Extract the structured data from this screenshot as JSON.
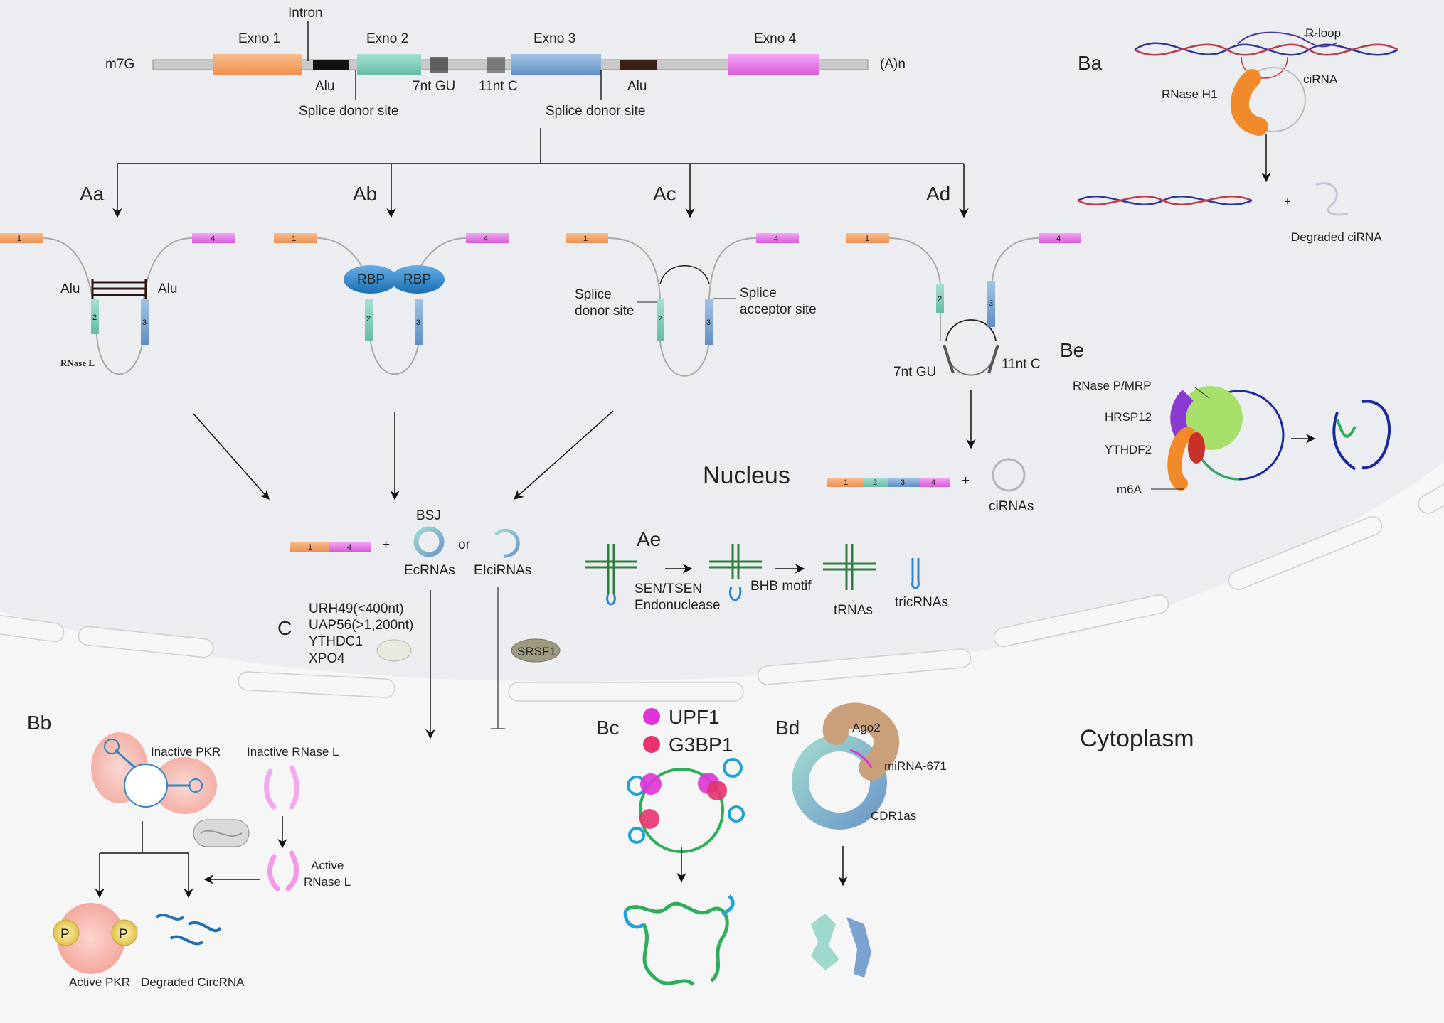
{
  "gene": {
    "cap": "m7G",
    "polyA": "(A)n",
    "exons": [
      "Exno 1",
      "Exno 2",
      "Exno 3",
      "Exno 4"
    ],
    "intron": "Intron",
    "alu": "Alu",
    "splice_donor": "Splice donor site",
    "gu7": "7nt GU",
    "c11": "11nt C"
  },
  "panels": {
    "Aa": "Aa",
    "Ab": "Ab",
    "Ac": "Ac",
    "Ad": "Ad",
    "Ae": "Ae",
    "Ba": "Ba",
    "Bb": "Bb",
    "Bc": "Bc",
    "Bd": "Bd",
    "Be": "Be",
    "C": "C"
  },
  "exon_numbers": [
    "1",
    "2",
    "3",
    "4"
  ],
  "aa": {
    "alu": "Alu",
    "rnase_l": "RNase L"
  },
  "ab": {
    "rbp": "RBP"
  },
  "ac": {
    "splice_donor_1": "Splice",
    "splice_donor_2": "donor site",
    "splice_acceptor_1": "Splice",
    "splice_acceptor_2": "acceptor site"
  },
  "ad": {
    "gu7": "7nt GU",
    "c11": "11nt C"
  },
  "products": {
    "plus": "+",
    "or": "or",
    "bsj": "BSJ",
    "ecrnas": "EcRNAs",
    "elcirnas": "EIciRNAs",
    "cirnas": "ciRNAs"
  },
  "regions": {
    "nucleus": "Nucleus",
    "cytoplasm": "Cytoplasm"
  },
  "ae": {
    "enzyme_1": "SEN/TSEN",
    "enzyme_2": "Endonuclease",
    "bhb": "BHB motif",
    "trnas": "tRNAs",
    "tricrnas": "tricRNAs"
  },
  "c": {
    "factors": [
      "URH49(<400nt)",
      "UAP56(>1,200nt)",
      "YTHDC1",
      "XPO4"
    ],
    "srsf1": "SRSF1"
  },
  "ba": {
    "r_loop": "R-loop",
    "cirna": "ciRNA",
    "rnase_h1": "RNase H1",
    "plus": "+",
    "degraded": "Degraded ciRNA"
  },
  "be": {
    "rnase_p": "RNase P/MRP",
    "hrsp12": "HRSP12",
    "ythdf2": "YTHDF2",
    "m6a": "m6A"
  },
  "bb": {
    "inactive_pkr": "Inactive PKR",
    "inactive_rnase_l": "Inactive RNase L",
    "active_rnase_l_1": "Active",
    "active_rnase_l_2": "RNase L",
    "p": "P",
    "active_pkr": "Active PKR",
    "degraded_circrna": "Degraded CircRNA"
  },
  "bc": {
    "upf1": "UPF1",
    "g3bp1": "G3BP1"
  },
  "bd": {
    "ago2": "Ago2",
    "mirna": "miRNA-671",
    "cdr1as": "CDR1as"
  },
  "colors": {
    "exon1": "#f5a46a",
    "exon2": "#7fcdbb",
    "exon3": "#7ba3cf",
    "exon4": "#e57de8",
    "nucleus": "#ecedf0",
    "cytoplasm": "#f6f6f6",
    "rbp": "#2f86c8",
    "upf1": "#e033d6",
    "g3bp1": "#e8336e"
  }
}
